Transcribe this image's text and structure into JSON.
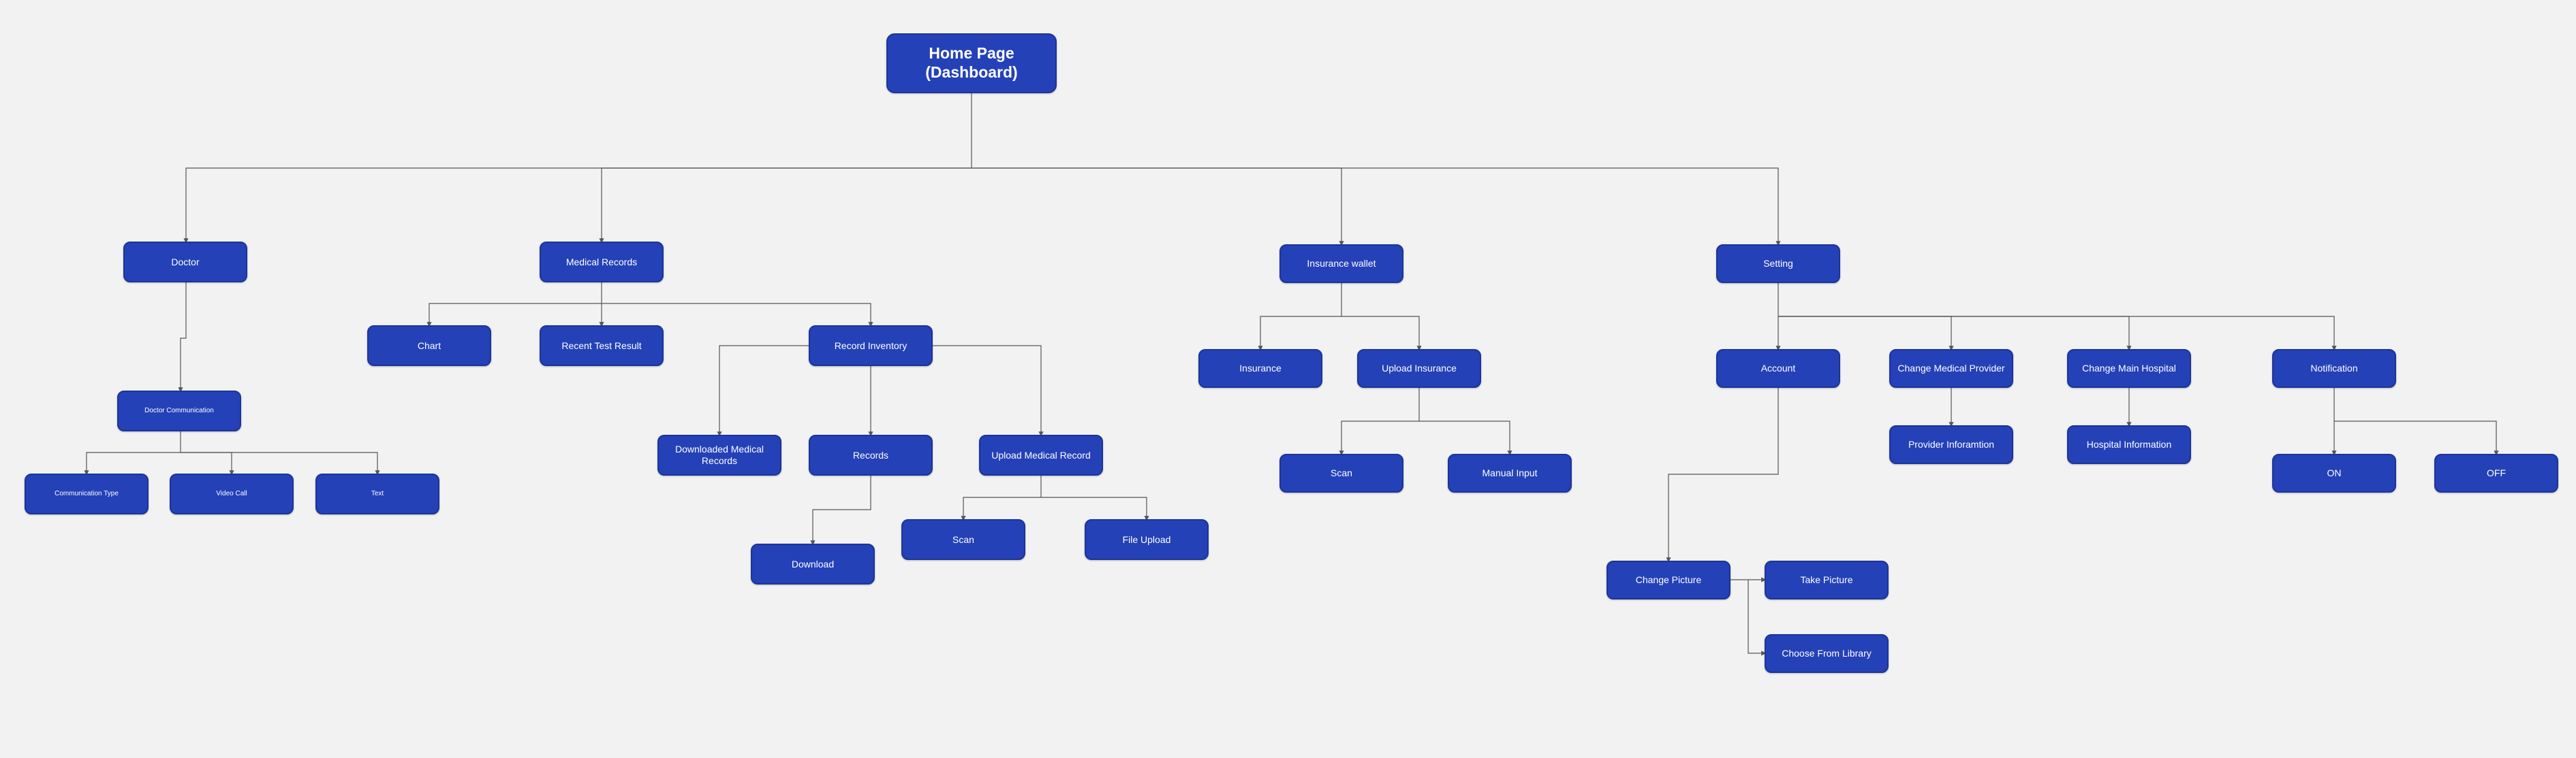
{
  "colors": {
    "node_fill": "#2541b8",
    "node_border": "#1c3498",
    "edge": "#555555",
    "background": "#f2f2f2"
  },
  "nodes": {
    "home": {
      "label": "Home Page\n(Dashboard)"
    },
    "doctor": {
      "label": "Doctor"
    },
    "medical_records": {
      "label": "Medical Records"
    },
    "insurance_wallet": {
      "label": "Insurance wallet"
    },
    "setting": {
      "label": "Setting"
    },
    "doctor_communication": {
      "label": "Doctor Communication"
    },
    "communication_type": {
      "label": "Communication Type"
    },
    "video_call": {
      "label": "Video Call"
    },
    "text": {
      "label": "Text"
    },
    "chart": {
      "label": "Chart"
    },
    "recent_test_result": {
      "label": "Recent Test Result"
    },
    "record_inventory": {
      "label": "Record Inventory"
    },
    "downloaded_medical_records": {
      "label": "Downloaded Medical Records"
    },
    "records": {
      "label": "Records"
    },
    "upload_medical_record": {
      "label": "Upload Medical Record"
    },
    "download": {
      "label": "Download"
    },
    "scan_record": {
      "label": "Scan"
    },
    "file_upload": {
      "label": "File Upload"
    },
    "insurance": {
      "label": "Insurance"
    },
    "upload_insurance": {
      "label": "Upload Insurance"
    },
    "scan_insurance": {
      "label": "Scan"
    },
    "manual_input": {
      "label": "Manual Input"
    },
    "account": {
      "label": "Account"
    },
    "change_medical_provider": {
      "label": "Change Medical Provider"
    },
    "change_main_hospital": {
      "label": "Change Main Hospital"
    },
    "notification": {
      "label": "Notification"
    },
    "provider_information": {
      "label": "Provider Inforamtion"
    },
    "hospital_information": {
      "label": "Hospital Information"
    },
    "on": {
      "label": "ON"
    },
    "off": {
      "label": "OFF"
    },
    "change_picture": {
      "label": "Change Picture"
    },
    "take_picture": {
      "label": "Take Picture"
    },
    "choose_from_library": {
      "label": "Choose From Library"
    }
  }
}
